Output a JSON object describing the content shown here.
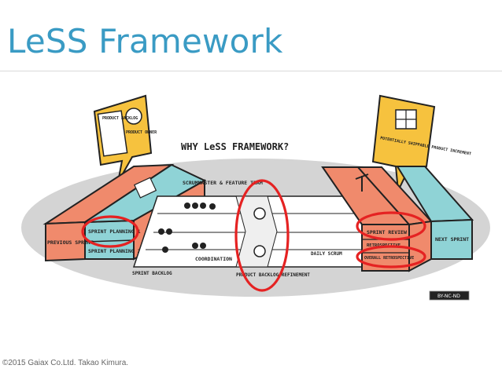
{
  "slide": {
    "title": "LeSS Framework",
    "footer": "©2015 Gaiax Co.Ltd. Takao Kimura."
  },
  "diagram": {
    "heading": "WHY LeSS FRAMEWORK?",
    "product_backlog_label": "PRODUCT BACKLOG",
    "product_owner_label": "PRODUCT OWNER",
    "increment_label": "POTENTIALLY SHIPPABLE PRODUCT INCREMENT",
    "previous_sprint": "PREVIOUS SPRINT",
    "next_sprint": "NEXT SPRINT",
    "sprint_planning_1": "SPRINT PLANNING 1",
    "sprint_planning_2": "SPRINT PLANNING 2",
    "sprint_backlog": "SPRINT BACKLOG",
    "scrum_master_team": "SCRUMMASTER & FEATURE TEAM",
    "coordination": "COORDINATION",
    "refinement": "PRODUCT BACKLOG REFINEMENT",
    "daily_scrum": "DAILY SCRUM",
    "sprint_review": "SPRINT REVIEW",
    "overall_retro": "OVERALL RETROSPECTIVE",
    "team_retro": "RETROSPECTIVE",
    "license": "BY-NC-ND"
  },
  "colors": {
    "title": "#3a9bc4",
    "salmon": "#f08a6c",
    "teal": "#8fd3d6",
    "note_yellow": "#f6c23e",
    "highlight_red": "#e52222",
    "ellipse_grey": "#d4d4d4"
  }
}
